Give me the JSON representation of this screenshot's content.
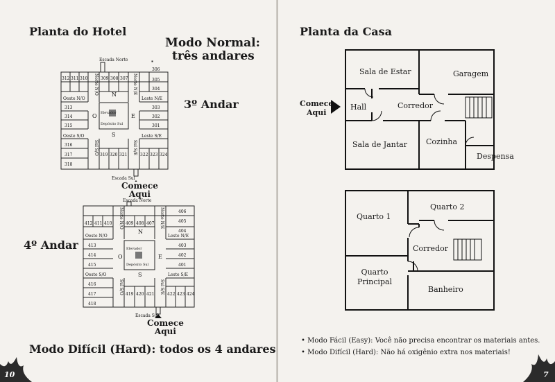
{
  "left_page": {
    "title": "Planta do Hotel",
    "normal_mode_line1": "Modo Normal:",
    "normal_mode_line2": "três andares",
    "floor3_label": "3º Andar",
    "floor4_label": "4º Andar",
    "start_label_line1": "Comece",
    "start_label_line2": "Aqui",
    "hard_mode": "Modo Difícil (Hard): todos os 4 andares",
    "page_number": "10",
    "hotel3": {
      "escada_norte": "Escada Norte",
      "escada_sul": "Escada Sul",
      "norte_no": "Norte N/O",
      "norte_ne": "Norte N/E",
      "oeste_no": "Oeste N/O",
      "leste_ne": "Leste N/E",
      "oeste_so": "Oeste S/O",
      "leste_se": "Leste S/E",
      "sul_so": "Sul S/O",
      "sul_se": "Sul S/E",
      "n": "N",
      "s": "S",
      "o": "O",
      "e": "E",
      "elevador": "Elevador",
      "deposito": "Depósito Sul",
      "rooms_top": [
        "312",
        "311",
        "310",
        "309",
        "308",
        "307"
      ],
      "rooms_ne": [
        "306",
        "305",
        "304"
      ],
      "rooms_w": [
        "313",
        "314",
        "315"
      ],
      "rooms_e": [
        "303",
        "302",
        "301"
      ],
      "rooms_sw": [
        "316",
        "317",
        "318"
      ],
      "rooms_bottom": [
        "319",
        "320",
        "321",
        "322",
        "323",
        "324"
      ]
    },
    "hotel4": {
      "escada_norte": "Escada Norte",
      "escada_sul": "Escada Sul",
      "norte_no": "Norte N/O",
      "norte_ne": "Norte N/E",
      "oeste_no": "Oeste N/O",
      "leste_ne": "Leste N/E",
      "oeste_so": "Oeste S/O",
      "leste_se": "Leste S/E",
      "sul_so": "Sul S/O",
      "sul_se": "Sul S/E",
      "n": "N",
      "s": "S",
      "o": "O",
      "e": "E",
      "elevador": "Elevador",
      "deposito": "Depósito Sul",
      "rooms_top": [
        "412",
        "411",
        "410",
        "409",
        "408",
        "407"
      ],
      "rooms_ne": [
        "406",
        "405",
        "404"
      ],
      "rooms_w": [
        "413",
        "414",
        "415"
      ],
      "rooms_e": [
        "403",
        "402",
        "401"
      ],
      "rooms_sw": [
        "416",
        "417",
        "418"
      ],
      "rooms_bottom": [
        "419",
        "420",
        "421",
        "422",
        "423",
        "424"
      ]
    }
  },
  "right_page": {
    "title": "Planta da Casa",
    "start_label_line1": "Comece",
    "start_label_line2": "Aqui",
    "ground": {
      "sala_estar": "Sala de Estar",
      "garagem": "Garagem",
      "hall": "Hall",
      "corredor": "Corredor",
      "sala_jantar": "Sala de Jantar",
      "cozinha": "Cozinha",
      "despensa": "Despensa"
    },
    "upper": {
      "quarto1": "Quarto 1",
      "quarto2": "Quarto 2",
      "corredor": "Corredor",
      "quarto_principal_line1": "Quarto",
      "quarto_principal_line2": "Principal",
      "banheiro": "Banheiro"
    },
    "bullets": [
      "Modo Fácil (Easy): Você não precisa encontrar os materiais antes.",
      "Modo Difícil (Hard): Não há oxigênio extra nos materiais!"
    ],
    "page_number": "7"
  },
  "colors": {
    "paper": "#f4f2ee",
    "ink": "#1a1a1a",
    "ghost": "#d9d6d0"
  }
}
